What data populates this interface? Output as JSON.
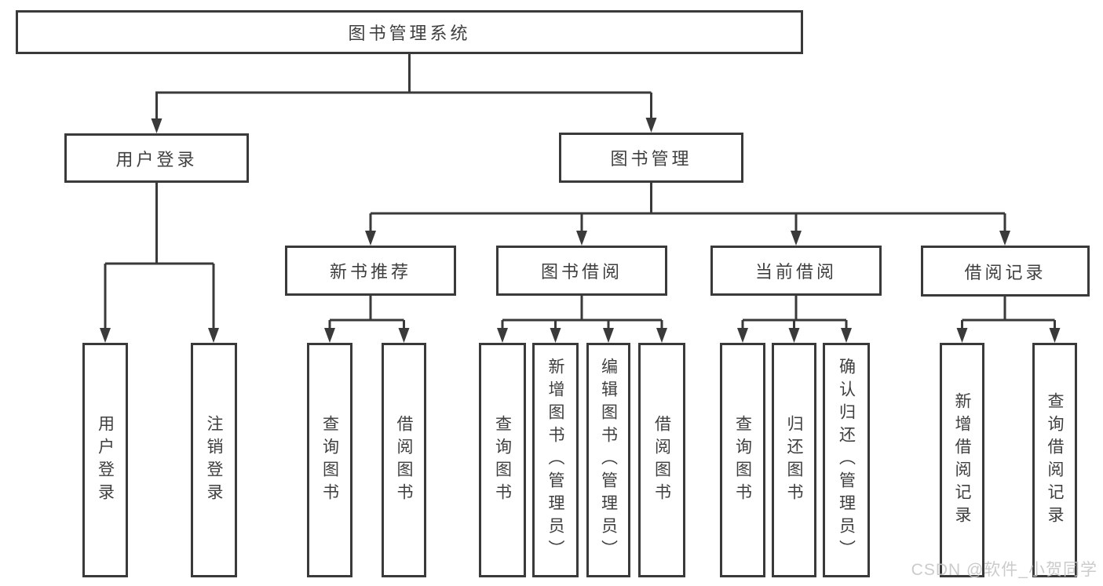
{
  "diagram": {
    "root": {
      "label": "图书管理系统"
    },
    "branches": [
      {
        "label": "用户登录",
        "children": [
          {
            "label": "用户登录"
          },
          {
            "label": "注销登录"
          }
        ]
      },
      {
        "label": "图书管理",
        "children": [
          {
            "label": "新书推荐",
            "children": [
              {
                "label": "查询图书"
              },
              {
                "label": "借阅图书"
              }
            ]
          },
          {
            "label": "图书借阅",
            "children": [
              {
                "label": "查询图书"
              },
              {
                "label": "新增图书（管理员）"
              },
              {
                "label": "编辑图书（管理员）"
              },
              {
                "label": "借阅图书"
              }
            ]
          },
          {
            "label": "当前借阅",
            "children": [
              {
                "label": "查询图书"
              },
              {
                "label": "归还图书"
              },
              {
                "label": "确认归还（管理员）"
              }
            ]
          },
          {
            "label": "借阅记录",
            "children": [
              {
                "label": "新增借阅记录"
              },
              {
                "label": "查询借阅记录"
              }
            ]
          }
        ]
      }
    ]
  },
  "watermark": {
    "text": "CSDN @软件_小贺同学"
  },
  "colors": {
    "line": "#3a3a3a",
    "text": "#3f3f3f",
    "watermark": "#c6c6c6",
    "background": "#ffffff"
  }
}
